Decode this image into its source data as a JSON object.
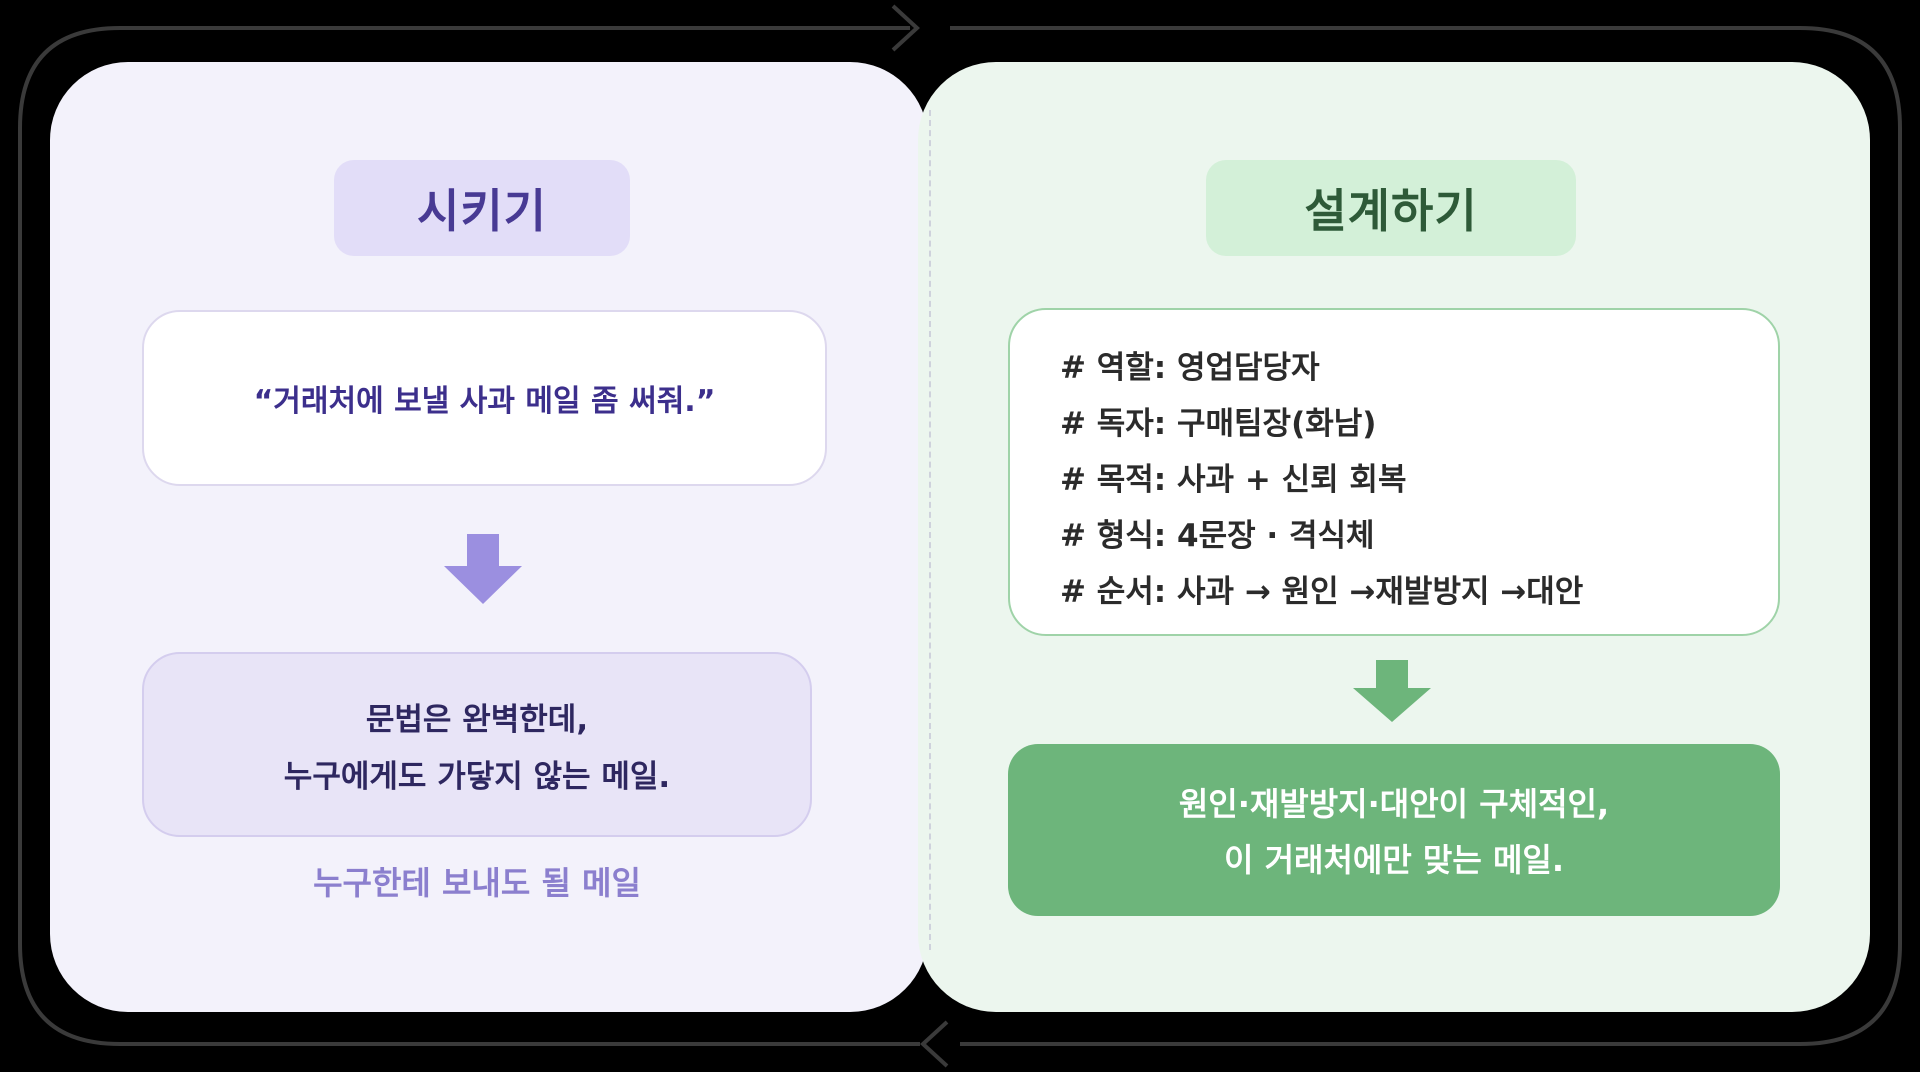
{
  "left_panel": {
    "title": "시키기",
    "quote": "“거래처에 보낼 사과 메일 좀 써줘.”",
    "result_lines": [
      "문법은 완벽한데,",
      "누구에게도 가닿지 않는 메일."
    ],
    "caption": "누구한테 보내도 될 메일"
  },
  "right_panel": {
    "title": "설계하기",
    "spec_lines": [
      "# 역할: 영업담당자",
      "# 독자: 구매팀장(화남)",
      "# 목적: 사과 + 신뢰 회복",
      "# 형식: 4문장 · 격식체",
      "# 순서: 사과 → 원인 →재발방지 →대안"
    ],
    "result_lines": [
      "원인·재발방지·대안이 구체적인,",
      "이 거래처에만 맞는 메일."
    ]
  },
  "colors": {
    "left_accent": "#9b8fe0",
    "right_accent": "#6db57b",
    "cycle_line": "#3a3a3a"
  },
  "icons": {
    "flow_arrow": "arrow-down-icon",
    "cycle_arrow": "chevron-icon"
  }
}
